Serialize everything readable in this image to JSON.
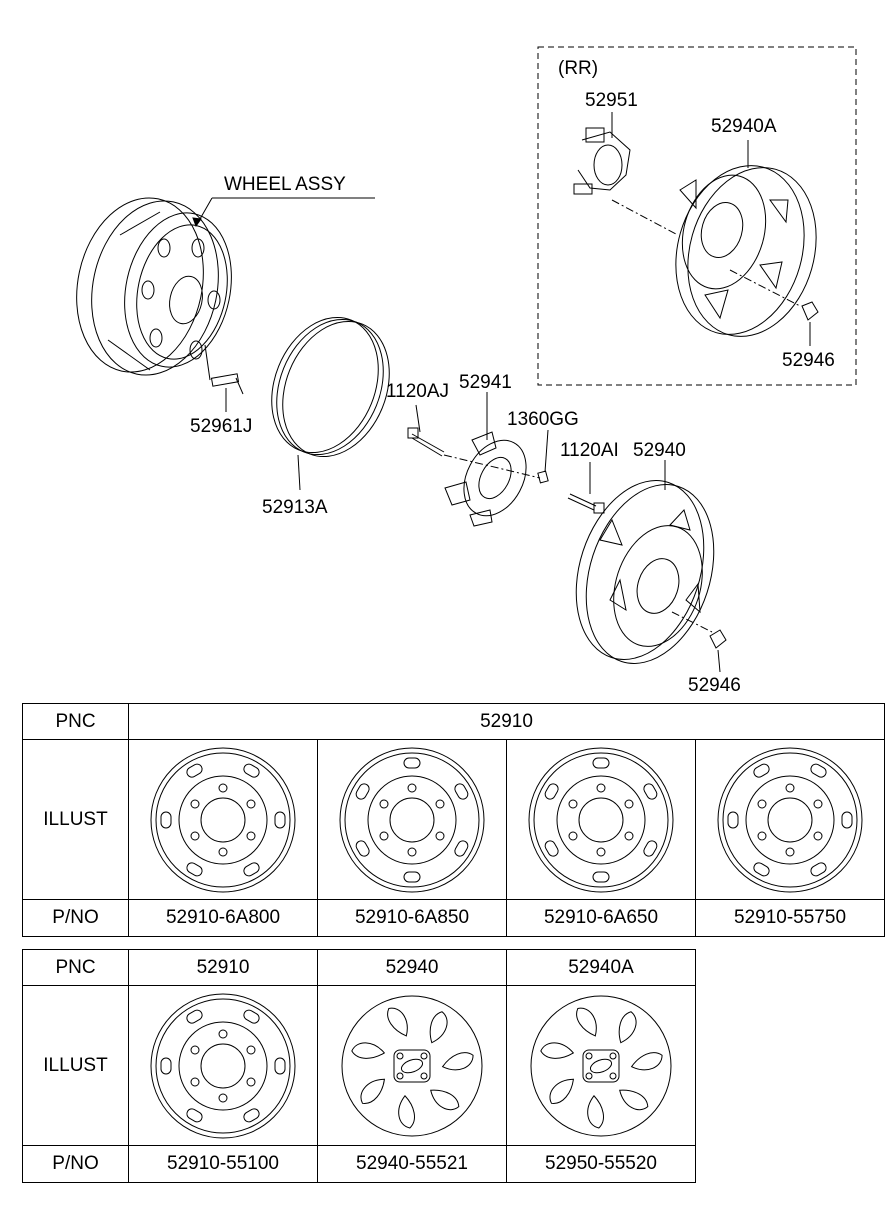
{
  "diagram": {
    "rear_box_title": "(RR)",
    "labels": {
      "wheel_assy": "WHEEL ASSY",
      "p52951": "52951",
      "p52940a": "52940A",
      "p52946_rear": "52946",
      "p52961j": "52961J",
      "p52913a": "52913A",
      "p1120aj": "1120AJ",
      "p52941": "52941",
      "p1360gg": "1360GG",
      "p1120ai": "1120AI",
      "p52940": "52940",
      "p52946_front": "52946"
    }
  },
  "table1": {
    "pnc_label": "PNC",
    "illust_label": "ILLUST",
    "pno_label": "P/NO",
    "pnc_value": "52910",
    "parts": [
      "52910-6A800",
      "52910-6A850",
      "52910-6A650",
      "52910-55750"
    ]
  },
  "table2": {
    "pnc_label": "PNC",
    "illust_label": "ILLUST",
    "pno_label": "P/NO",
    "pnc_values": [
      "52910",
      "52940",
      "52940A"
    ],
    "parts": [
      "52910-55100",
      "52940-55521",
      "52950-55520"
    ]
  }
}
